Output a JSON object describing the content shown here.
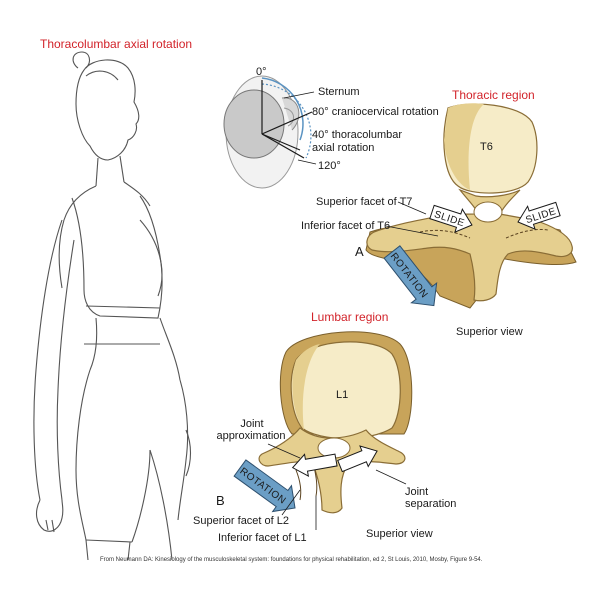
{
  "title_main": "Thoracolumbar axial rotation",
  "title_thoracic": "Thoracic region",
  "title_lumbar": "Lumbar region",
  "top_view": {
    "deg_0": "0°",
    "sternum": "Sternum",
    "craniocervical": "80° craniocervical rotation",
    "thoracolumbar_line1": "40° thoracolumbar",
    "thoracolumbar_line2": "axial rotation",
    "deg_120": "120°"
  },
  "thoracic": {
    "vertebra": "T6",
    "sup_facet": "Superior facet of T7",
    "inf_facet": "Inferior facet of T6",
    "slide_left": "SLIDE",
    "slide_right": "SLIDE",
    "rotation": "ROTATION",
    "letter": "A",
    "view": "Superior view"
  },
  "lumbar": {
    "vertebra": "L1",
    "joint_approx_line1": "Joint",
    "joint_approx_line2": "approximation",
    "joint_sep_line1": "Joint",
    "joint_sep_line2": "separation",
    "rotation": "ROTATION",
    "letter": "B",
    "sup_facet": "Superior facet of L2",
    "inf_facet": "Inferior facet of L1",
    "view": "Superior view"
  },
  "caption": "From Neumann DA: Kinesiology of the musculoskeletal system: foundations for physical rehabilitation, ed 2, St Louis, 2010, Mosby, Figure 9-54.",
  "colors": {
    "bone_light": "#f6ecc8",
    "bone_mid": "#e5cf8f",
    "bone_dark": "#c8a45a",
    "arrow_blue": "#6b9ec5",
    "title_red": "#d2232a"
  }
}
